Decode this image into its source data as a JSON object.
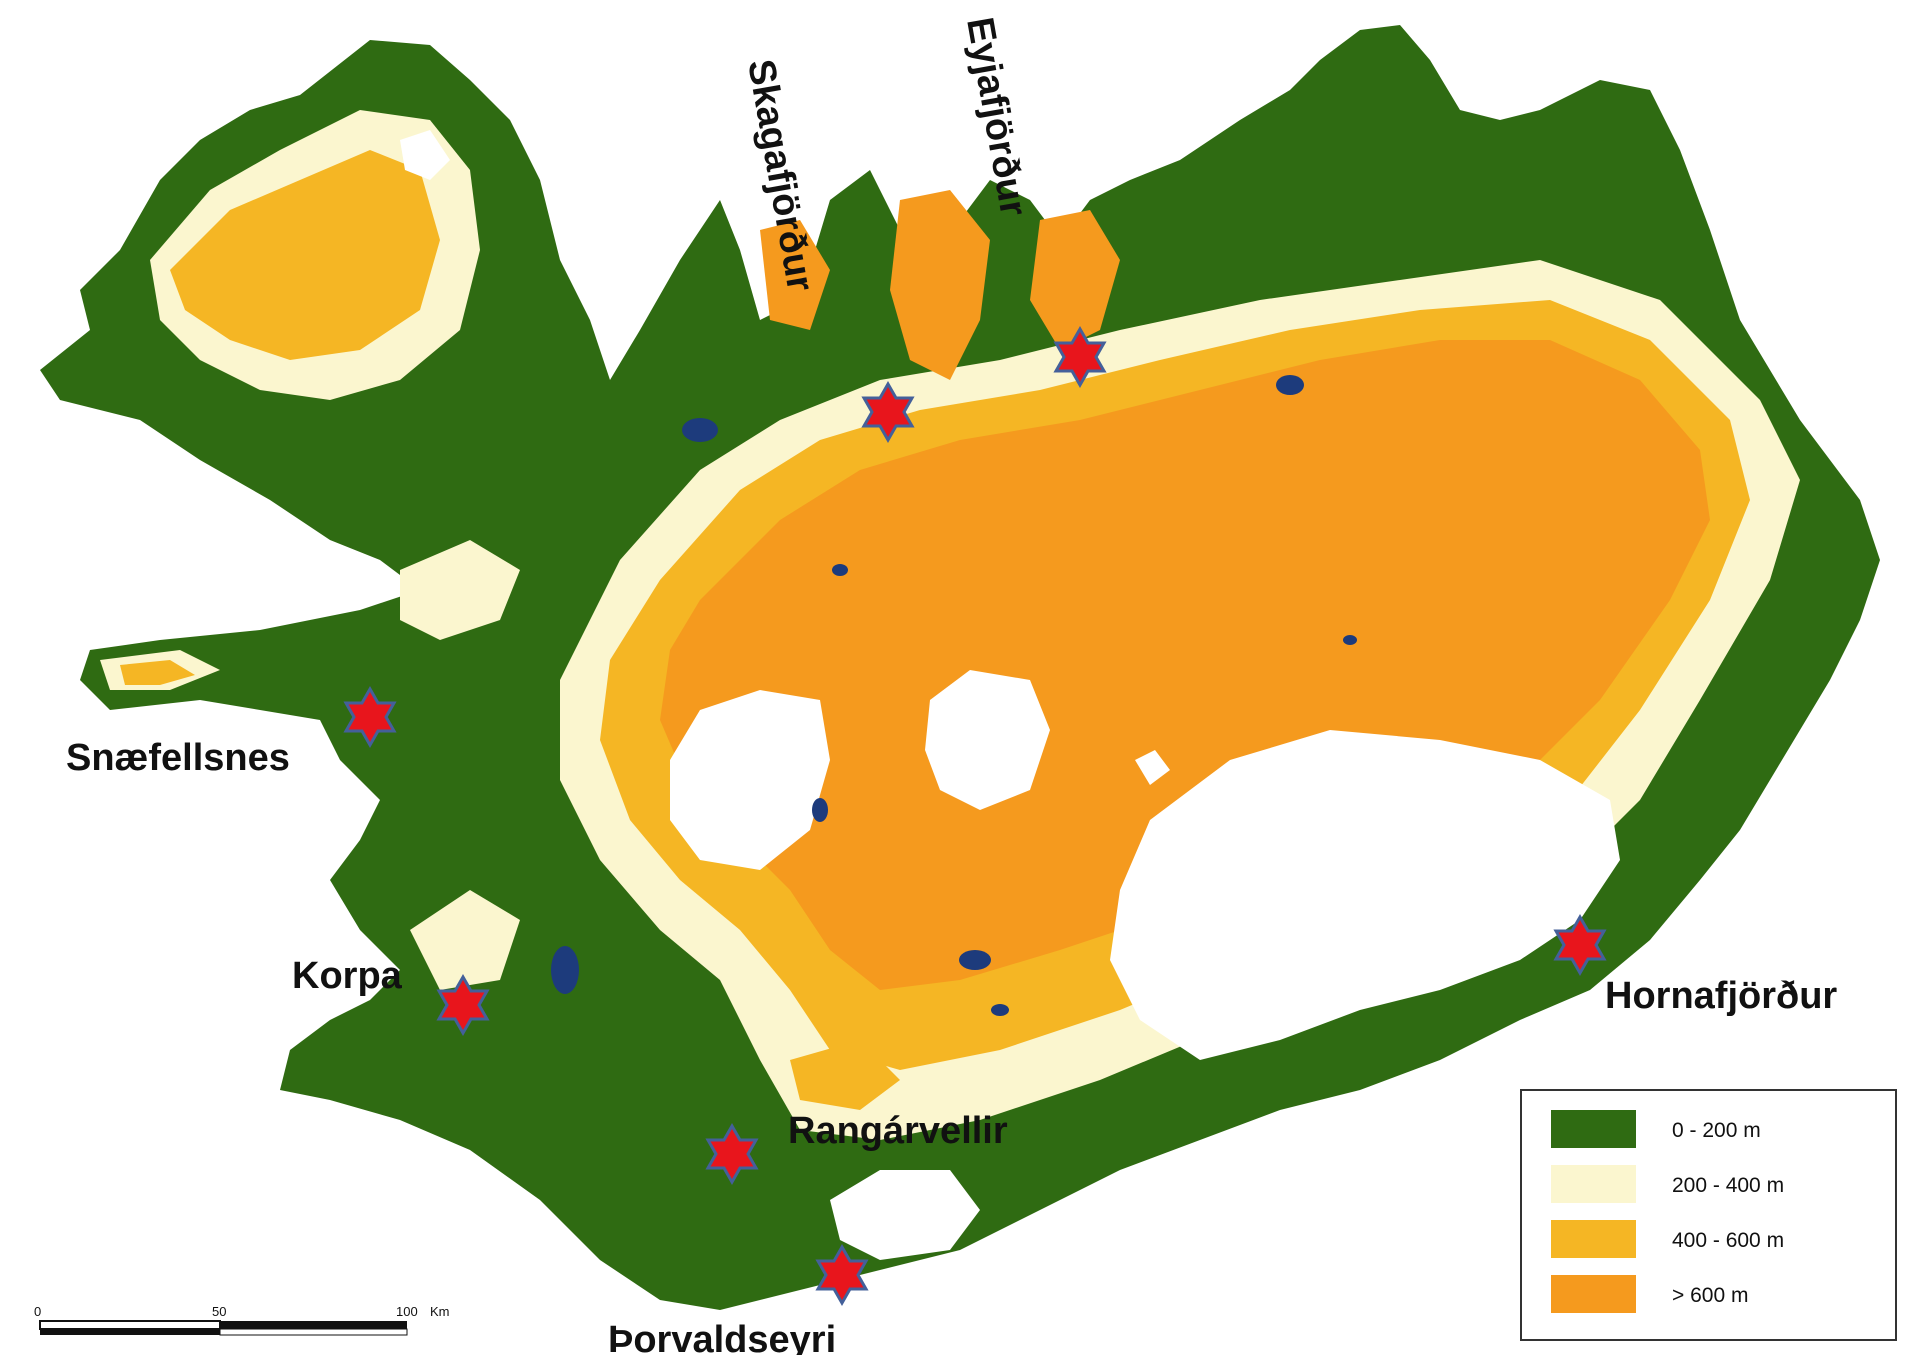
{
  "colors": {
    "band_0_200": "#2f6b12",
    "band_200_400": "#fbf6cf",
    "band_400_600": "#f5b624",
    "band_600_plus": "#f59a1e",
    "water": "#1d3b7c",
    "site_marker_fill": "#e8151c",
    "site_marker_stroke": "#44609a"
  },
  "sites": [
    {
      "id": "skagafjordur",
      "label": "Skagafjörður"
    },
    {
      "id": "eyjafjordur",
      "label": "Eyjafjörður"
    },
    {
      "id": "snaefellsnes",
      "label": "Snæfellsnes"
    },
    {
      "id": "korpa",
      "label": "Korpa"
    },
    {
      "id": "hornafjordur",
      "label": "Hornafjörður"
    },
    {
      "id": "rangarvellir",
      "label": "Rangárvellir"
    },
    {
      "id": "thorvaldseyri",
      "label": "Þorvaldseyri"
    }
  ],
  "legend": {
    "items": [
      {
        "label": "0 - 200 m",
        "color": "#2f6b12"
      },
      {
        "label": "200 - 400 m",
        "color": "#fbf6cf"
      },
      {
        "label": "400 - 600 m",
        "color": "#f5b624"
      },
      {
        "label": "> 600 m",
        "color": "#f59a1e"
      }
    ]
  },
  "scale_bar": {
    "ticks": [
      "0",
      "50",
      "100"
    ],
    "unit": "Km"
  }
}
